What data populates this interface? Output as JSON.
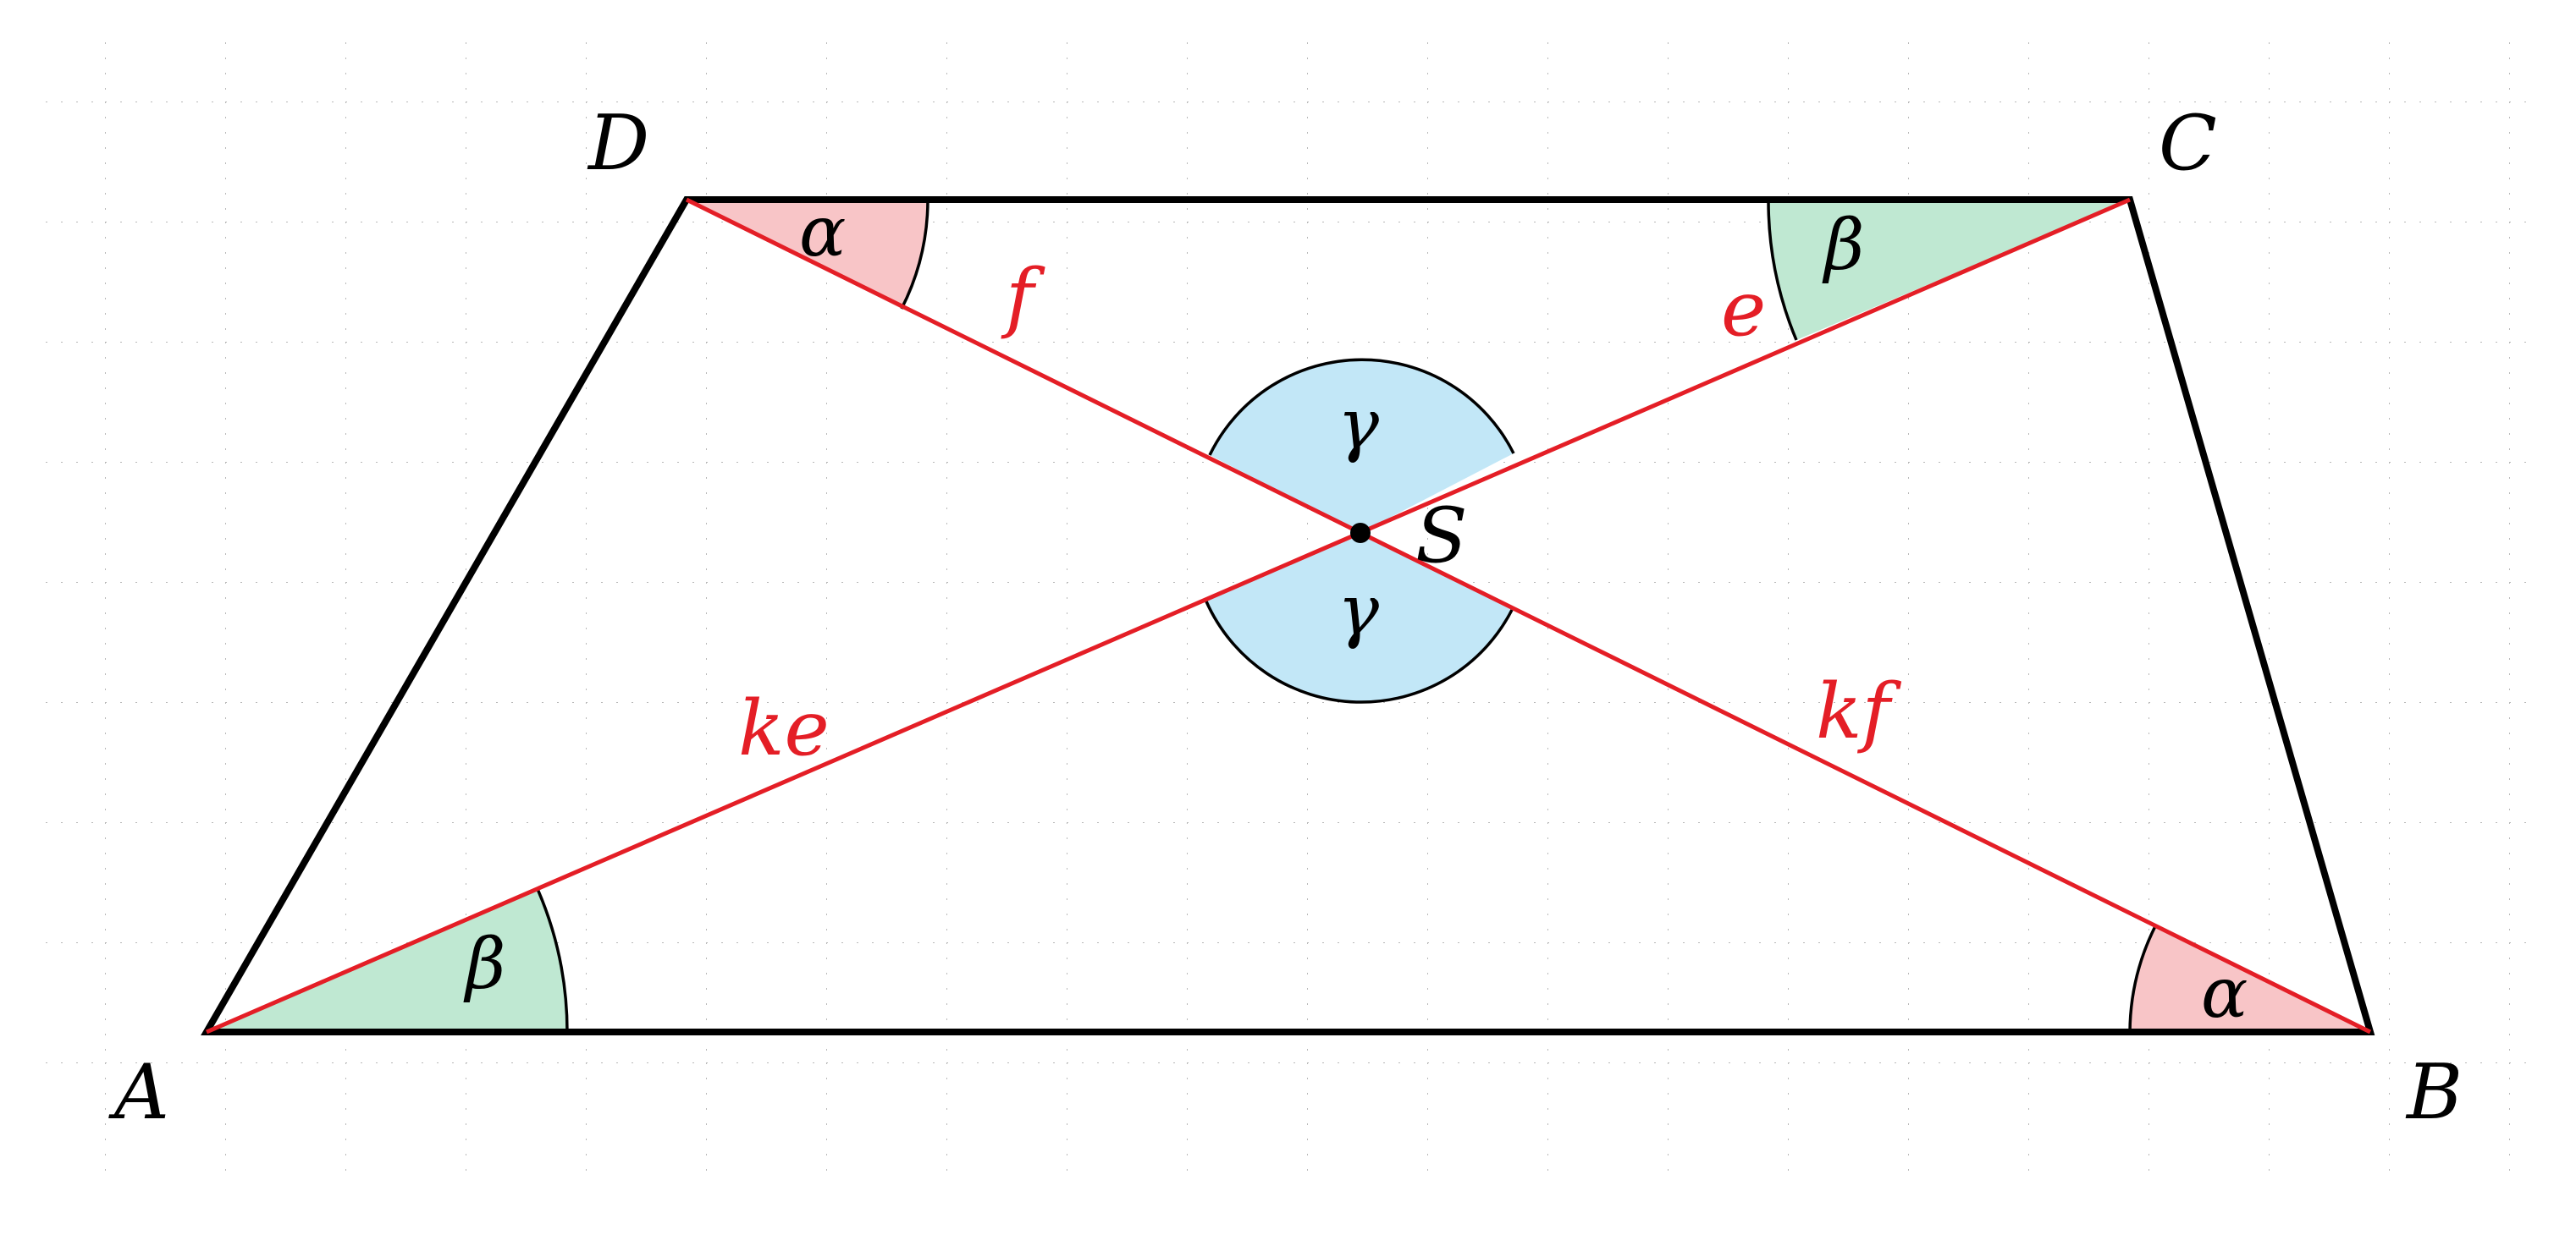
{
  "colors": {
    "background": "#ffffff",
    "grid": "#b8b8b8",
    "outline": "#000000",
    "diagonal": "#e41e26",
    "angle_alpha_fill": "#f8c5c7",
    "angle_beta_fill": "#bfe8d2",
    "angle_gamma_fill": "#c2e7f7"
  },
  "points": {
    "A": "A",
    "B": "B",
    "C": "C",
    "D": "D",
    "S": "S"
  },
  "segments": {
    "f": "f",
    "e": "e",
    "ke": "ke",
    "kf": "kf"
  },
  "angles": {
    "alpha_D": "α",
    "alpha_B": "α",
    "beta_C": "β",
    "beta_A": "β",
    "gamma_top": "γ",
    "gamma_bottom": "γ"
  }
}
